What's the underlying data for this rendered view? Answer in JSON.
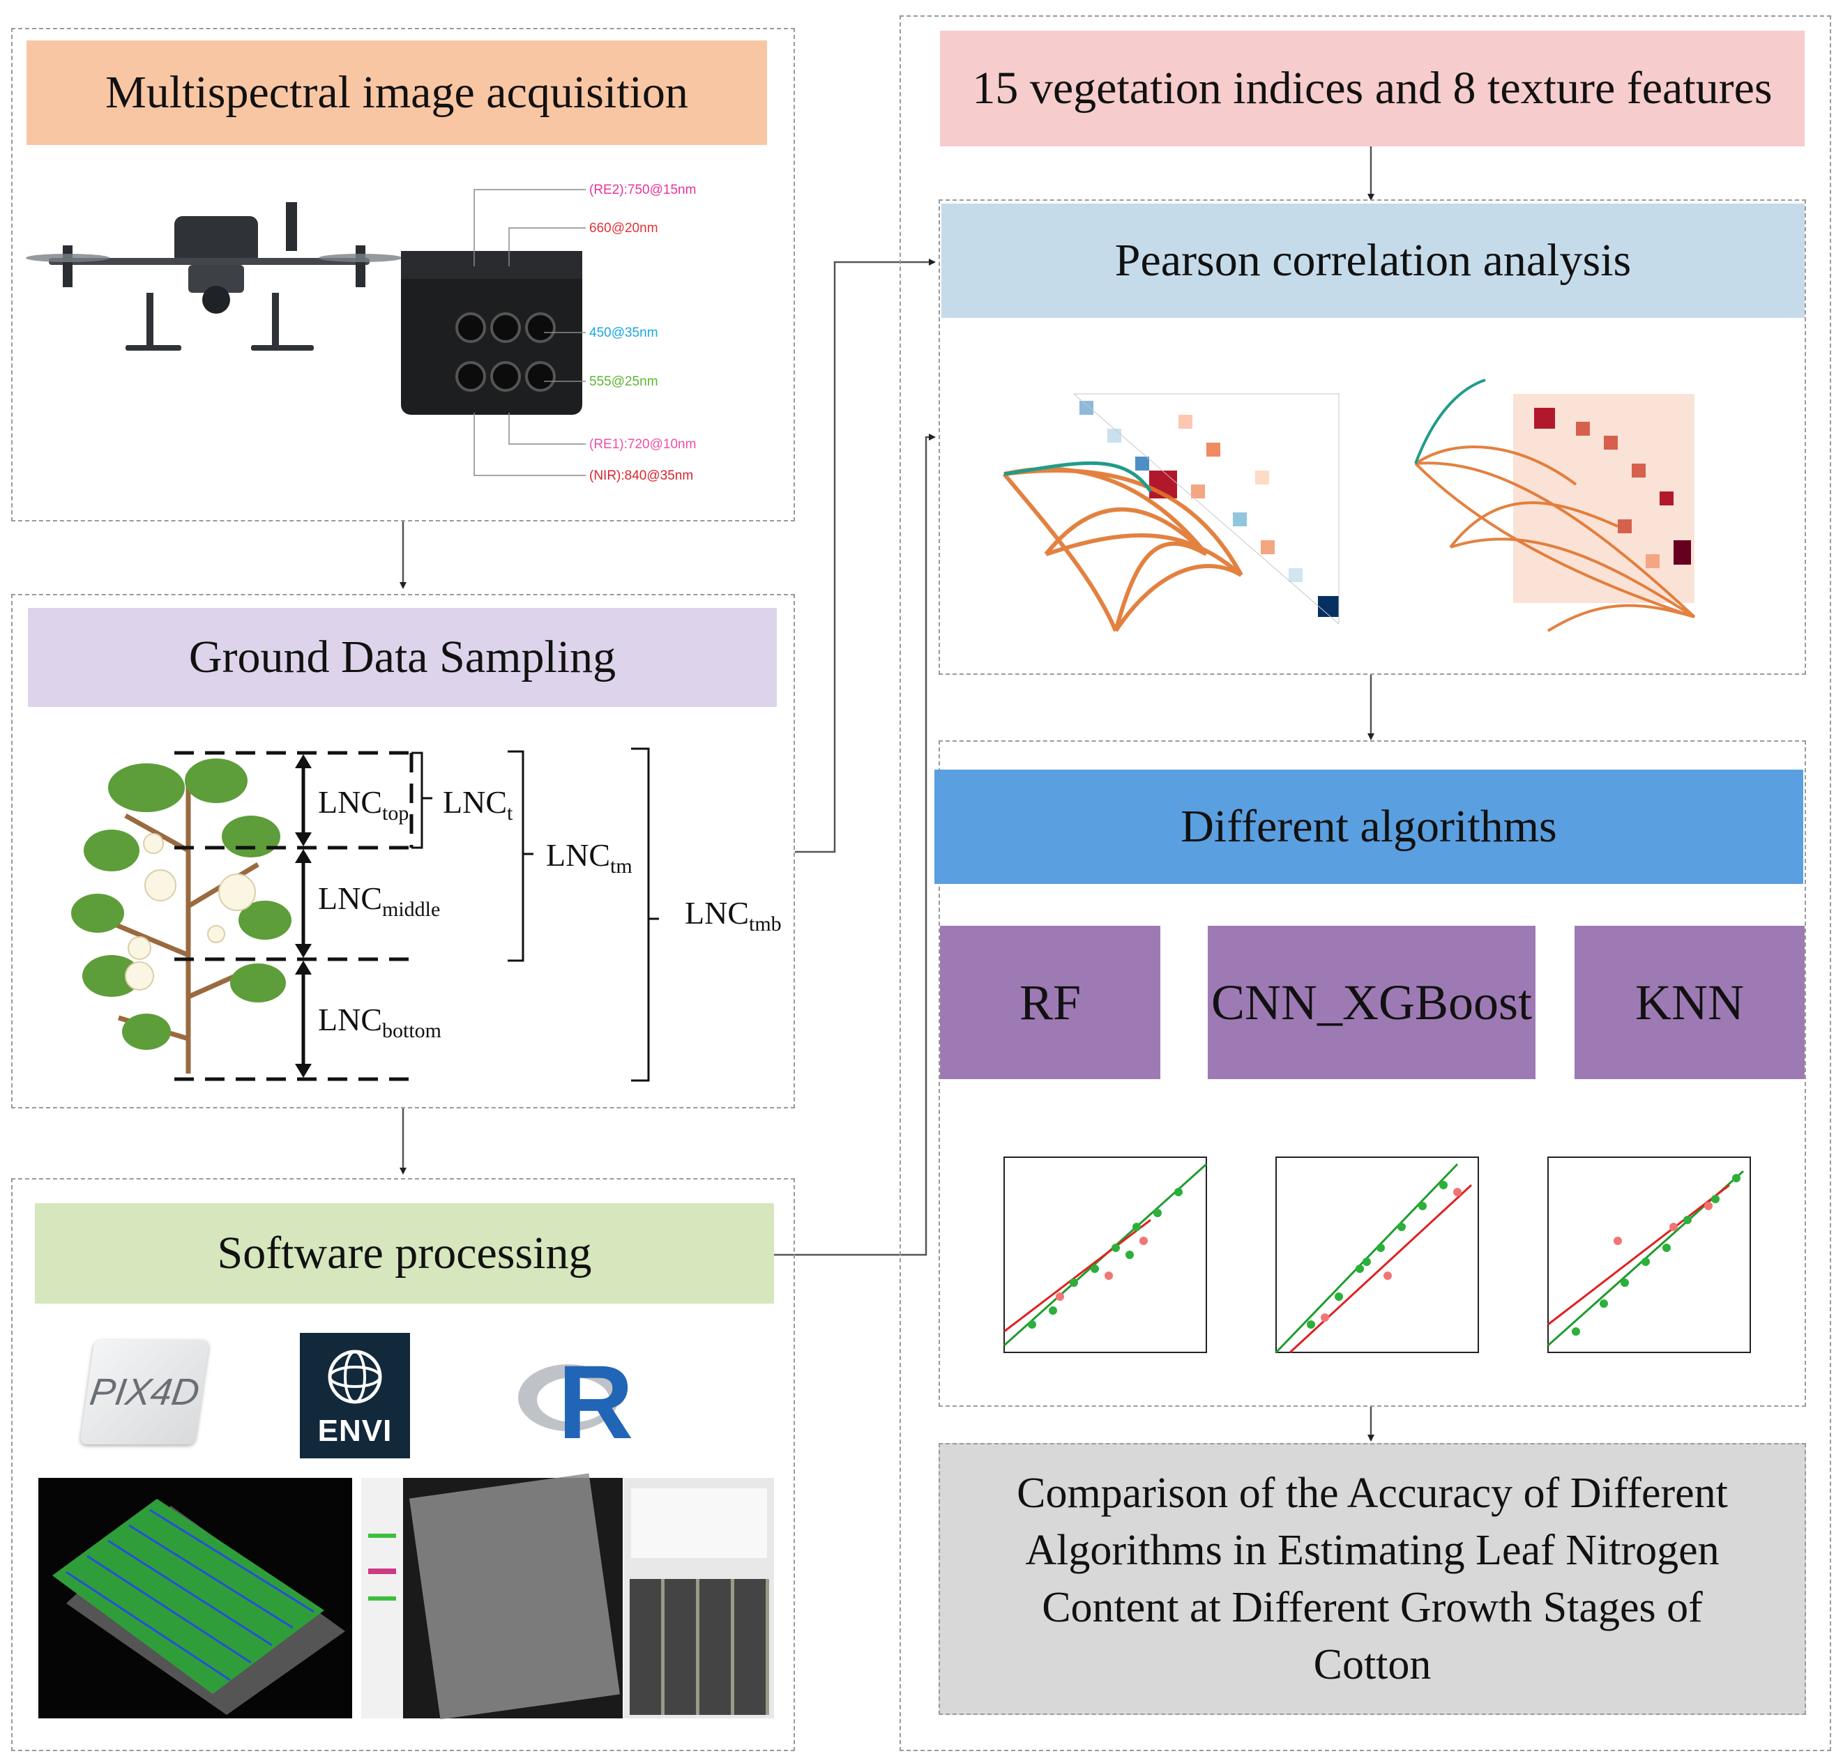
{
  "left": {
    "acquisition": {
      "title": "Multispectral image acquisition",
      "bands": [
        {
          "label": "(RE2):750@15nm",
          "color": "#e8339b"
        },
        {
          "label": "660@20nm",
          "color": "#e0323a"
        },
        {
          "label": "450@35nm",
          "color": "#1aa6e0"
        },
        {
          "label": "555@25nm",
          "color": "#5cb531"
        },
        {
          "label": "(RE1):720@10nm",
          "color": "#ee4fa8"
        },
        {
          "label": "(NIR):840@35nm",
          "color": "#d8252f"
        }
      ]
    },
    "ground": {
      "title": "Ground Data Sampling",
      "lnc": {
        "top": {
          "base": "LNC",
          "sub": "top"
        },
        "middle": {
          "base": "LNC",
          "sub": "middle"
        },
        "bottom": {
          "base": "LNC",
          "sub": "bottom"
        },
        "t": {
          "base": "LNC",
          "sub": "t"
        },
        "tm": {
          "base": "LNC",
          "sub": "tm"
        },
        "tmb": {
          "base": "LNC",
          "sub": "tmb"
        }
      }
    },
    "software": {
      "title": "Software processing",
      "logos": {
        "pix4d": "PIX4D",
        "envi": "ENVI",
        "r": "R"
      }
    }
  },
  "right": {
    "features_title": "15 vegetation indices and 8 texture features",
    "pearson_title": "Pearson correlation analysis",
    "algorithms_title": "Different algorithms",
    "algorithms": [
      "RF",
      "CNN_XGBoost",
      "KNN"
    ],
    "comparison_title": [
      "Comparison of the Accuracy of Different",
      "Algorithms in Estimating Leaf Nitrogen",
      "Content at Different Growth Stages of",
      "Cotton"
    ]
  },
  "colors": {
    "orange": "#f9c6a3",
    "lilac": "#ddd3ea",
    "green": "#d6e6bd",
    "pink": "#f6cccc",
    "light_blue": "#c6dbea",
    "blue": "#5a9fe0",
    "purple": "#9e7ab4",
    "gray": "#d8d8d8"
  }
}
